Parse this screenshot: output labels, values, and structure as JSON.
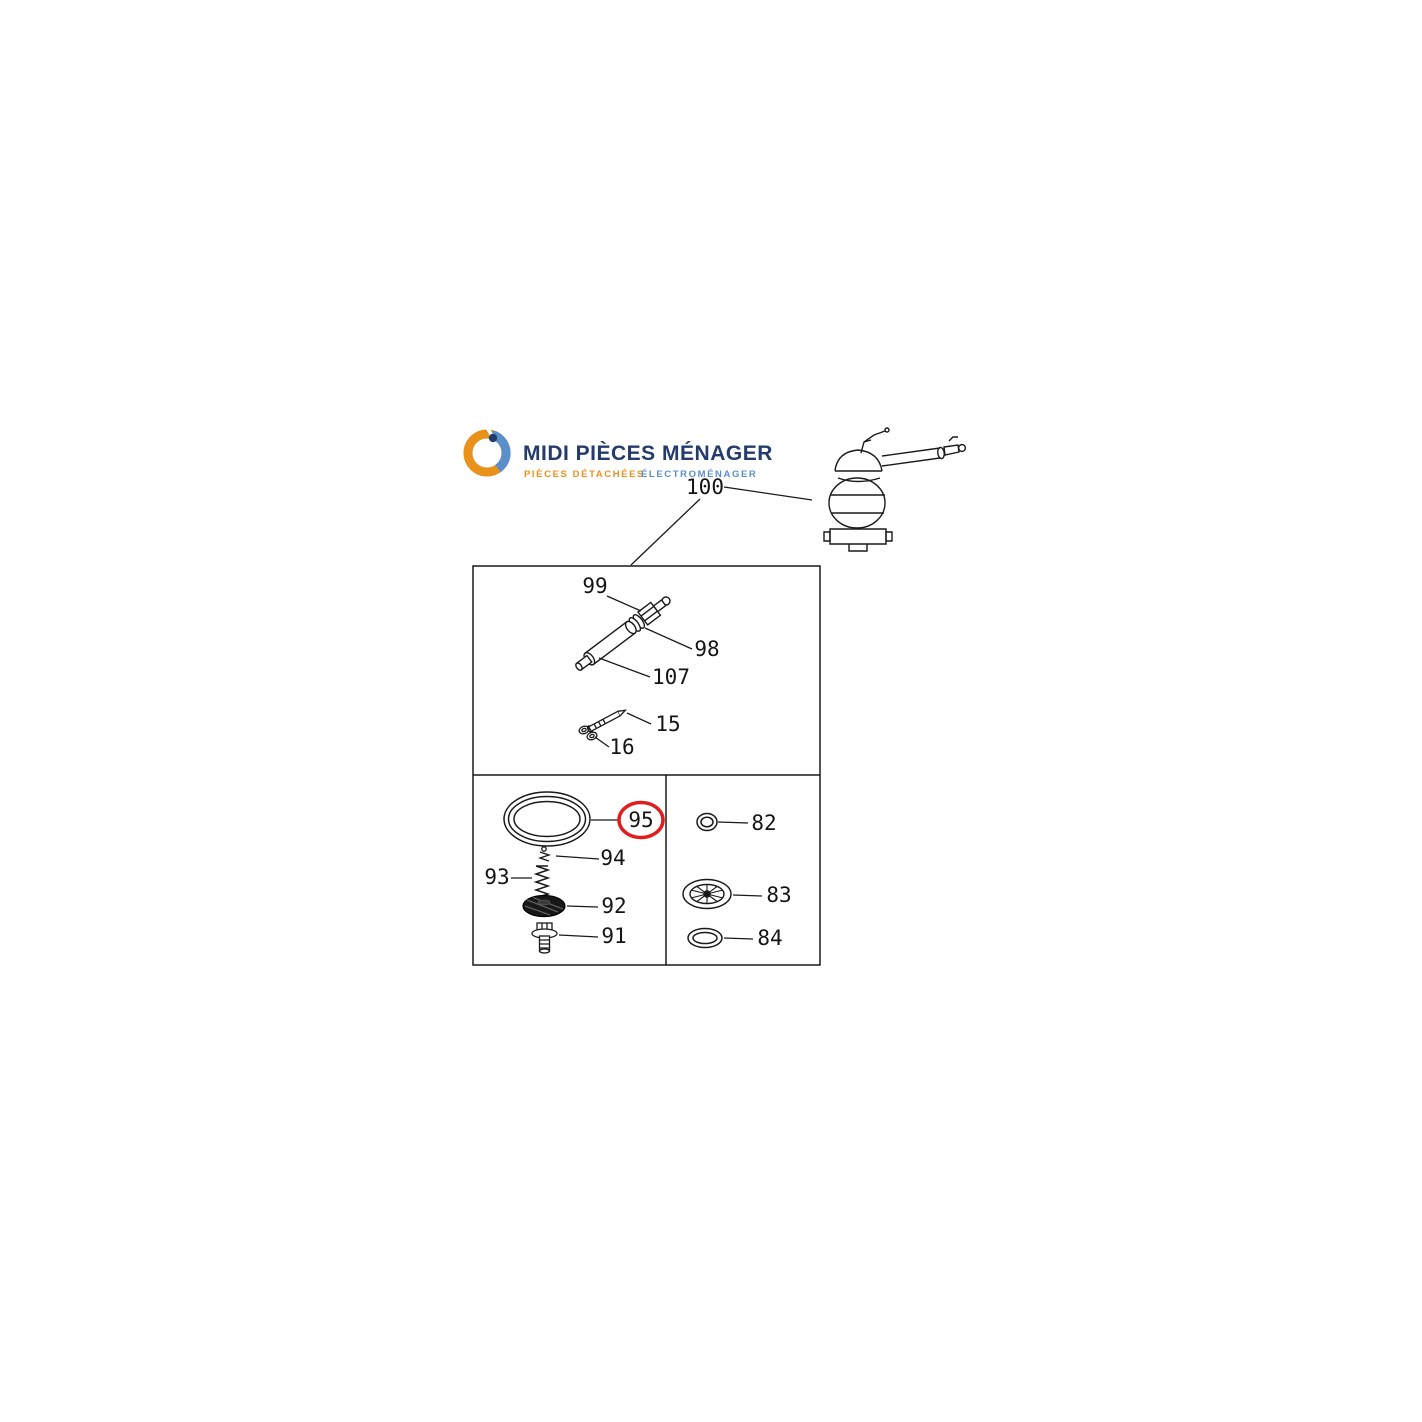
{
  "brand": {
    "name": "MIDI PIÈCES MÉNAGER",
    "tagline_part1": "PIÈCES DÉTACHÉES",
    "tagline_part2": "ÉLECTROMÉNAGER",
    "colors": {
      "navy": "#243b6b",
      "orange": "#e8921c",
      "blue": "#5b8fc9"
    }
  },
  "diagram": {
    "highlight_color": "#e11d1d",
    "highlighted_part": "95",
    "parts": [
      {
        "label": "100"
      },
      {
        "label": "99"
      },
      {
        "label": "98"
      },
      {
        "label": "107"
      },
      {
        "label": "15"
      },
      {
        "label": "16"
      },
      {
        "label": "95"
      },
      {
        "label": "94"
      },
      {
        "label": "93"
      },
      {
        "label": "92"
      },
      {
        "label": "91"
      },
      {
        "label": "82"
      },
      {
        "label": "83"
      },
      {
        "label": "84"
      }
    ]
  }
}
